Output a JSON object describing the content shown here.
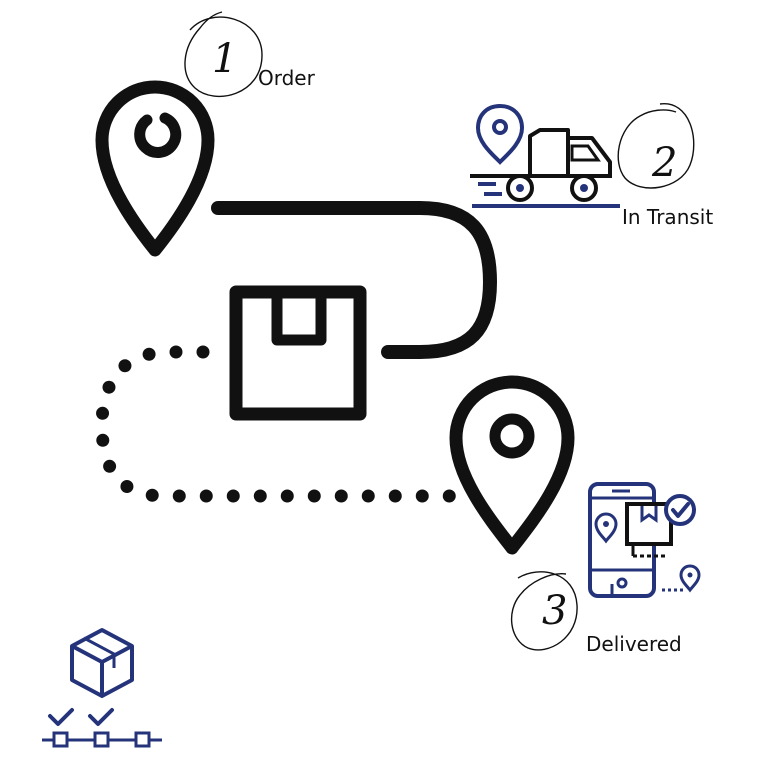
{
  "steps": [
    {
      "number": "1",
      "label": "Order"
    },
    {
      "number": "2",
      "label": "In Transit"
    },
    {
      "number": "3",
      "label": "Delivered"
    }
  ],
  "colors": {
    "ink": "#111111",
    "accent_navy": "#25347a",
    "background": "#ffffff"
  },
  "icons": [
    "map-pin-icon",
    "package-box-icon",
    "delivery-truck-icon",
    "smartphone-delivery-icon",
    "package-progress-icon"
  ]
}
